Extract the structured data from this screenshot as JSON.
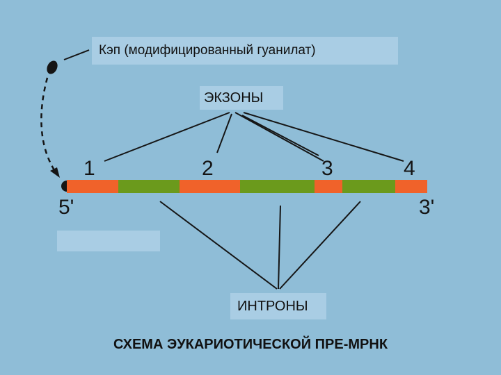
{
  "cap_label": "Кэп (модифицированный гуанилат)",
  "exons_label": "ЭКЗОНЫ",
  "introns_label": "ИНТРОНЫ",
  "exon_numbers": [
    "1",
    "2",
    "3",
    "4"
  ],
  "end_5": "5'",
  "end_3": "3'",
  "caption": "СХЕМА ЭУКАРИОТИЧЕСКОЙ ПРЕ-МРНК",
  "colors": {
    "background": "#8fbdd7",
    "label_box": "#a9cde4",
    "exon": "#f0622a",
    "intron": "#6b9a1c",
    "line": "#151515"
  },
  "mrna_segments": [
    {
      "kind": "exon"
    },
    {
      "kind": "intron"
    },
    {
      "kind": "exon"
    },
    {
      "kind": "intron"
    },
    {
      "kind": "exon"
    },
    {
      "kind": "intron"
    },
    {
      "kind": "exon"
    }
  ]
}
